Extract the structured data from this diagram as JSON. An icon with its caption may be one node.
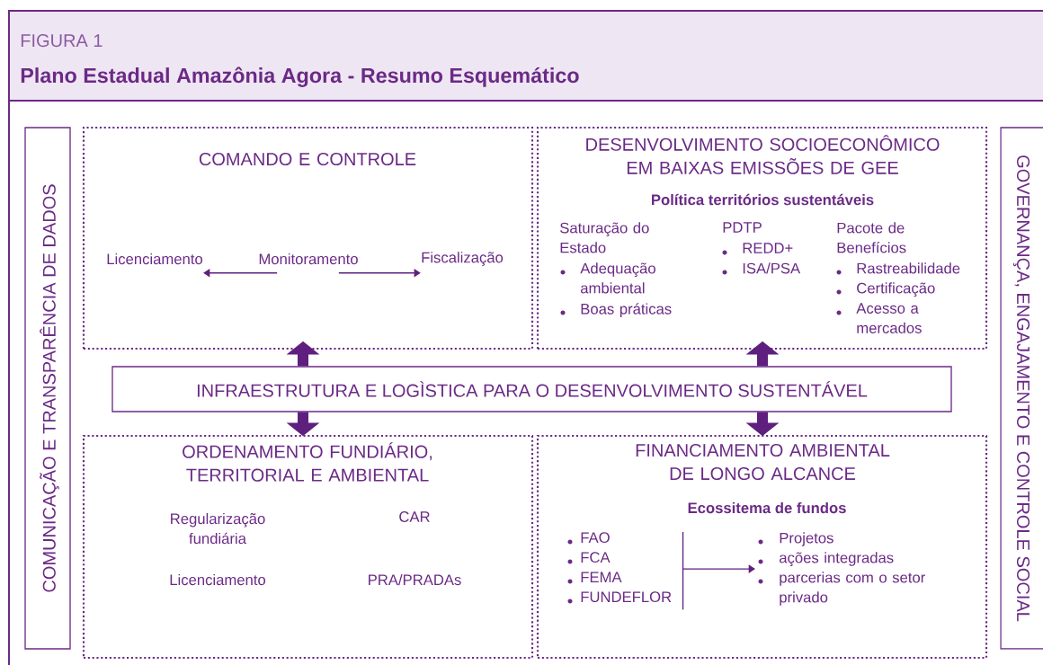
{
  "diagram": {
    "title": "Plano Estadual Amazônia Agora - Resumo Esquemático",
    "nodes": [
      {
        "text": [
          "COMUNICAÇÃO E TRANSPARÊNCIA DE DADOS"
        ]
      },
      {
        "text": [
          "COMANDO E CONTROLE"
        ]
      },
      {
        "text": [
          "Licenciamento"
        ],
        "in": 1
      },
      {
        "text": [
          "Monitoramento"
        ],
        "in": 1
      },
      {
        "text": [
          "Fiscalização"
        ],
        "in": 1
      },
      {
        "text": [
          "DESENVOLVIMENTO SOCIOECONÔMICO EM BAIXAS EMISSÕES DE GEE",
          "Política territórios sustentáveis",
          "Saturação do Estado",
          "Adequação ambiental",
          "Boas práticas",
          "PDTP",
          "REDD+",
          "ISA/PSA",
          "Pacote de Benefícios",
          "Rastreabilidade",
          "Certificação",
          "Acesso a mercados"
        ]
      },
      {
        "text": [
          "GOVERNANÇA, ENGAJAMENTO E CONTROLE SOCIAL"
        ]
      },
      {
        "text": [
          "INFRAESTRUTURA E LOGÌSTICA PARA O DESENVOLVIMENTO SUSTENTÁVEL"
        ]
      },
      {
        "text": [
          "ORDENAMENTO FUNDIÁRIO, TERRITORIAL E AMBIENTAL",
          "Regularização fundiária",
          "CAR",
          "Licenciamento",
          "PRA/PRADAs"
        ]
      },
      {
        "text": [
          "FINANCIAMENTO AMBIENTAL DE LONGO ALCANCE",
          "Ecossitema de fundos"
        ]
      },
      {
        "text": [
          "FAO",
          "FCA",
          "FEMA",
          "FUNDEFLOR"
        ],
        "in": 9
      },
      {
        "text": [
          "Projetos",
          "ações integradas",
          "parcerias com o setor privado"
        ],
        "in": 9
      }
    ],
    "edges": [
      {
        "from": 3,
        "to": 2,
        "arrow": "to"
      },
      {
        "from": 3,
        "to": 4,
        "arrow": "to"
      },
      {
        "from": 7,
        "to": 1,
        "arrow": "to"
      },
      {
        "from": 7,
        "to": 5,
        "arrow": "to"
      },
      {
        "from": 7,
        "to": 8,
        "arrow": "to"
      },
      {
        "from": 7,
        "to": 9,
        "arrow": "to"
      },
      {
        "from": 10,
        "to": 11,
        "arrow": "to"
      }
    ],
    "labels": [
      "FIGURA 1"
    ]
  }
}
